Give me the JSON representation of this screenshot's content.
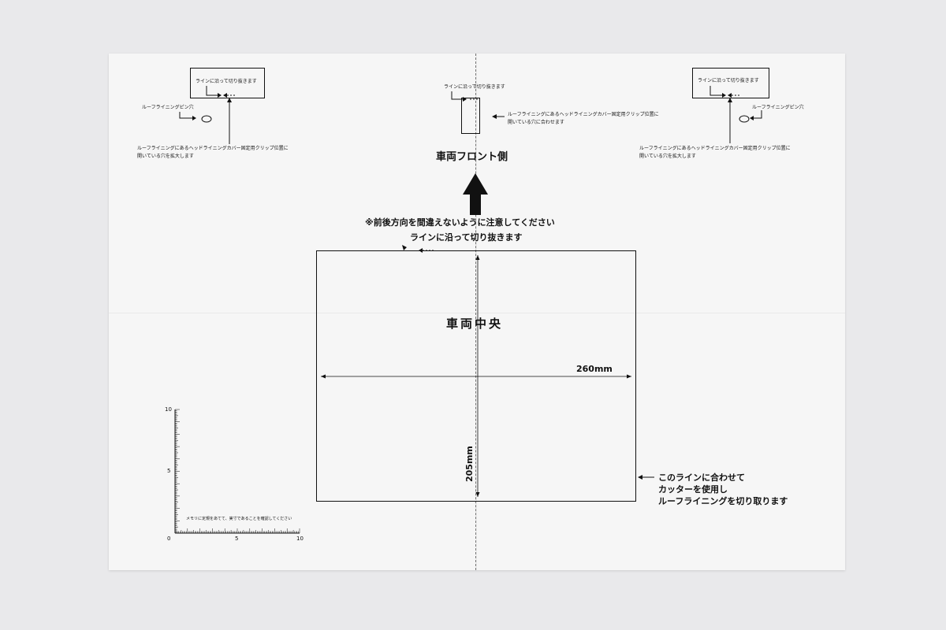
{
  "top_left": {
    "cut_label": "ラインに沿って切り抜きます",
    "pin_label": "ルーフライニングピン穴",
    "note_line1": "ルーフライニングにあるヘッドライニングカバー固定用クリップ位置に",
    "note_line2": "開いている穴を拡大します"
  },
  "top_center": {
    "cut_label": "ラインに沿って切り抜きます",
    "note_line1": "ルーフライニングにあるヘッドライニングカバー固定用クリップ位置に",
    "note_line2": "開いている穴に合わせます"
  },
  "top_right": {
    "cut_label": "ラインに沿って切り抜きます",
    "pin_label": "ルーフライニングピン穴",
    "note_line1": "ルーフライニングにあるヘッドライニングカバー固定用クリップ位置に",
    "note_line2": "開いている穴を拡大します"
  },
  "front_label": "車両フロント側",
  "warning": "※前後方向を間違えないように注意してください",
  "cut_label_main": "ラインに沿って切り抜きます",
  "center_label": "車両中央",
  "width_label": "260mm",
  "height_label": "205mm",
  "side_note": {
    "line1": "このラインに合わせて",
    "line2": "カッターを使用し",
    "line3": "ルーフライニングを切り取ります"
  },
  "ruler": {
    "y_top": "10",
    "y_mid": "5",
    "origin": "0",
    "x_mid": "5",
    "x_end": "10",
    "note": "メモリに定規をあてて、実寸であることを確認してください"
  }
}
